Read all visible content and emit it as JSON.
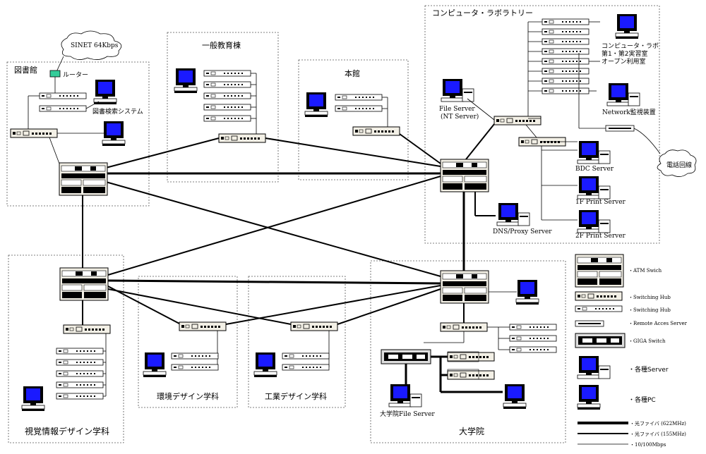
{
  "zones": {
    "library": "図書館",
    "general_edu": "一般教育棟",
    "main_building": "本館",
    "computer_lab": "コンピュータ・ラボラトリー",
    "visual_design": "視覚情報デザイン学科",
    "env_design": "環境デザイン学科",
    "ind_design": "工業デザイン学科",
    "graduate": "大学院"
  },
  "labels": {
    "sinet": "SINET 64Kbps",
    "router": "ルーター",
    "library_system": "図書検索システム",
    "file_server": "File Server",
    "nt_server": "(NT Server)",
    "lab_rooms_1": "コンピュータ・ラボ",
    "lab_rooms_2": "第1・第2実習室",
    "lab_rooms_3": "オープン利用室",
    "network_monitor": "Network監視装置",
    "phone_line": "電話回線",
    "bdc_server": "BDC Server",
    "print1": "1F Print Server",
    "print2": "2F Print Server",
    "dns_proxy": "DNS/Proxy Server",
    "grad_file_server": "大学院File Server"
  },
  "legend": {
    "atm": "・ATM Swich",
    "switching_hub": "・Switching Hub",
    "switching_hub_small": "・Switching Hub",
    "remote_access": "・Remote Acces Server",
    "giga": "・GIGA Switch",
    "server": "・各種Server",
    "pc": "・各種PC",
    "line1": "・光ファイバ (622MHz)",
    "line2": "・光ファイバ (155MHz)",
    "line3": "・10/100Mbps"
  }
}
